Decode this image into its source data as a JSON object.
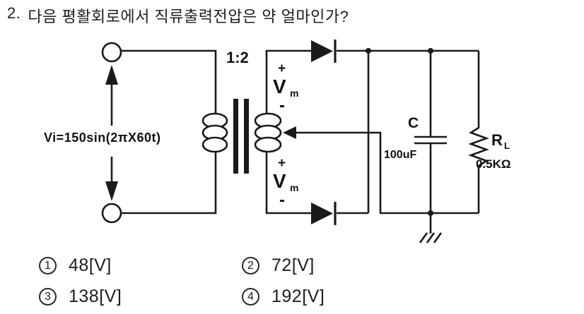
{
  "question": {
    "number": "2.",
    "text": "다음 평활회로에서 직류출력전압은 약 얼마인가?"
  },
  "circuit": {
    "source_label": "Vi=150sin(2πX60t)",
    "turns_ratio": "1:2",
    "vm_top": {
      "plus": "+",
      "v": "V",
      "sub": "m",
      "minus": "-"
    },
    "vm_bottom": {
      "plus": "+",
      "v": "V",
      "sub": "m",
      "minus": "-"
    },
    "capacitor": {
      "name": "C",
      "value": "100uF"
    },
    "resistor": {
      "name": "R",
      "sub": "L",
      "value": "0.5KΩ"
    }
  },
  "options": [
    {
      "marker": "1",
      "label": "48[V]"
    },
    {
      "marker": "2",
      "label": "72[V]"
    },
    {
      "marker": "3",
      "label": "138[V]"
    },
    {
      "marker": "4",
      "label": "192[V]"
    }
  ]
}
